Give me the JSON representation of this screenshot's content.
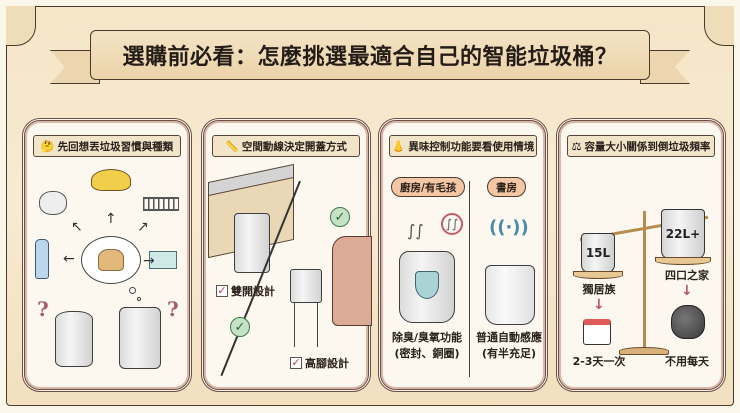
{
  "title": "選購前必看：怎麼挑選最適合自己的智能垃圾桶？",
  "colors": {
    "background": "#f5e6c8",
    "panel": "#fcf8ef",
    "panel_border": "#6e4e44",
    "ribbon": "#f1e4c9",
    "accent_pink": "#c0394e",
    "check_green": "#3f7a4a",
    "pill_orange": "#f4c6a4"
  },
  "panels": [
    {
      "heading": "先回想丟垃圾習慣與種類",
      "icon": "thinking-face-icon",
      "icon_glyph": "🤔",
      "items": [
        "crumpled-paper",
        "banana-peel",
        "fish-bone",
        "plastic-bottle",
        "tissue-box",
        "garbage-bag-thought"
      ],
      "question_marks": [
        "?",
        "?"
      ],
      "bins": [
        "round-open-bin",
        "rectangular-smart-bin"
      ]
    },
    {
      "heading": "空間動線決定開蓋方式",
      "icon": "ruler-icon",
      "icon_glyph": "📏",
      "options": [
        {
          "label": "雙開設計",
          "checked": true
        },
        {
          "label": "高腳設計",
          "checked": true
        }
      ],
      "check_glyph": "✓",
      "checkbox_glyph": "✓"
    },
    {
      "heading": "異味控制功能要看使用情境",
      "icon": "nose-icon",
      "icon_glyph": "👃",
      "columns": [
        {
          "tag": "廚房/有毛孩",
          "caption_line1": "除臭/臭氧功能",
          "caption_line2": "(密封、銅圈)"
        },
        {
          "tag": "書房",
          "caption_line1": "普通自動感應",
          "caption_line2": "(有半充足)"
        }
      ]
    },
    {
      "heading": "容量大小關係到倒垃圾頻率",
      "icon": "balance-scale-icon",
      "icon_glyph": "⚖",
      "left": {
        "capacity": "15L",
        "household": "獨居族",
        "frequency": "2-3天一次"
      },
      "right": {
        "capacity": "22L+",
        "household": "四口之家",
        "frequency": "不用每天"
      },
      "arrow_glyph": "↓"
    }
  ],
  "glyphs": {
    "arrow_up": "↑",
    "arrow_left": "←",
    "arrow_right": "→",
    "arrow_ul": "↖",
    "arrow_ur": "↗",
    "wifi": "((·))",
    "no_smell": "∫∫"
  }
}
